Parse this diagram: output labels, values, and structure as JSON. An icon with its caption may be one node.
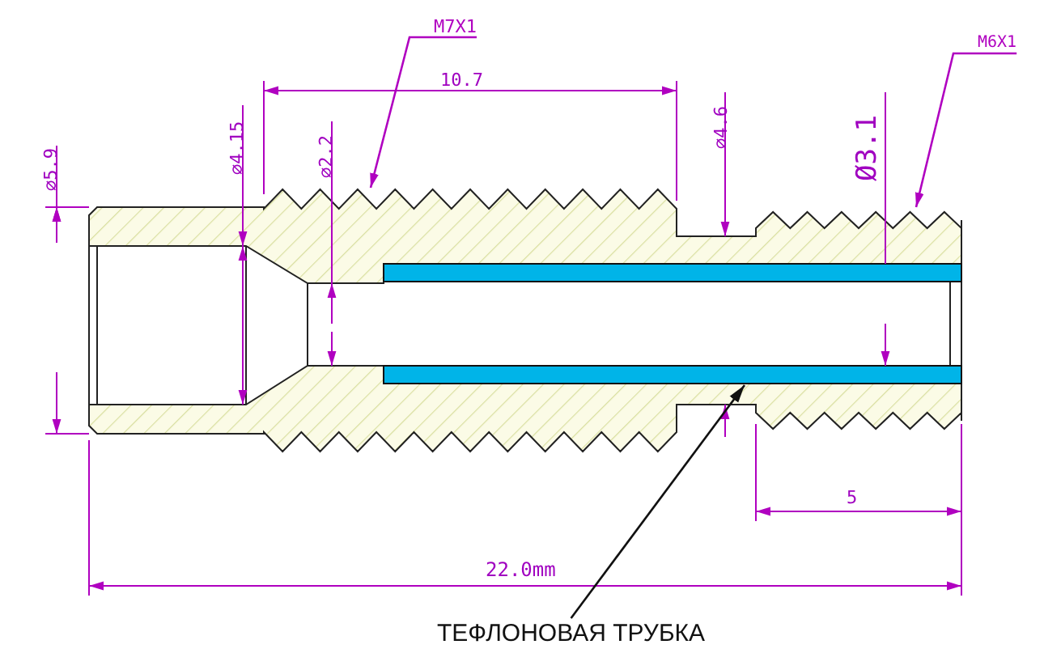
{
  "diagram": {
    "nodes": [
      {
        "text": [
          "M7X1"
        ]
      },
      {
        "text": [
          "M6X1"
        ]
      },
      {
        "text": [
          "ТЕФЛОНОВАЯ ТРУБКА"
        ]
      },
      {
        "text": [],
        "shape": "bar"
      }
    ],
    "edges": [
      {
        "from": 0,
        "to": null,
        "arrow": "to"
      },
      {
        "from": 1,
        "to": null,
        "arrow": "to"
      },
      {
        "from": 2,
        "to": 3,
        "arrow": "to",
        "color": "#111111"
      }
    ],
    "labels": [
      "⌀5.9",
      "⌀4.15",
      "⌀2.2",
      "10.7",
      "⌀4.6",
      "Ø3.1",
      "5",
      "22.0mm"
    ]
  }
}
